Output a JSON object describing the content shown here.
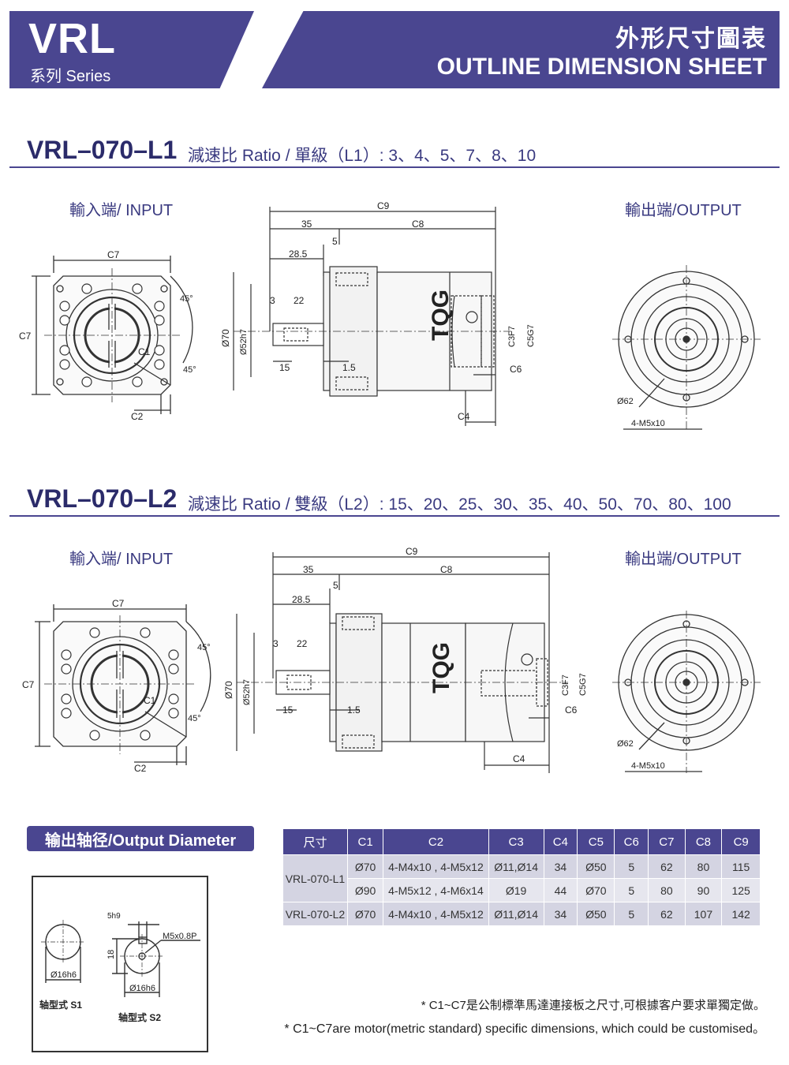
{
  "header": {
    "brand": "VRL",
    "series": "系列 Series",
    "title_cn": "外形尺寸圖表",
    "title_en": "OUTLINE DIMENSION SHEET"
  },
  "section1": {
    "model": "VRL–070–L1",
    "ratio": "減速比 Ratio / 單級（L1）: 3、4、5、7、8、10",
    "input_label": "輸入端/ INPUT",
    "output_label": "輸出端/OUTPUT"
  },
  "section2": {
    "model": "VRL–070–L2",
    "ratio": "減速比 Ratio / 雙級（L2）: 15、20、25、30、35、40、50、70、80、100",
    "input_label": "輸入端/ INPUT",
    "output_label": "輸出端/OUTPUT"
  },
  "drawing": {
    "c1": "C1",
    "c2": "C2",
    "c3": "C3F7",
    "c4": "C4",
    "c5": "C5G7",
    "c6": "C6",
    "c7": "C7",
    "c8": "C8",
    "c9": "C9",
    "d35": "35",
    "d5": "5",
    "d285": "28.5",
    "d3": "3",
    "d22": "22",
    "d15": "15",
    "d15b": "1.5",
    "d70": "Ø70",
    "d52": "Ø52h7",
    "deg45": "45°",
    "d62": "Ø62",
    "m5": "4-M5x10",
    "logo": "TQG"
  },
  "output_diameter": {
    "badge": "输出轴径/Output Diameter",
    "s1_dia": "Ø16h6",
    "s1_label": "轴型式 S1",
    "s2_key": "5h9",
    "s2_thread": "M5x0.8P",
    "s2_height": "18",
    "s2_dia": "Ø16h6",
    "s2_label": "轴型式 S2"
  },
  "table": {
    "headers": [
      "尺寸",
      "C1",
      "C2",
      "C3",
      "C4",
      "C5",
      "C6",
      "C7",
      "C8",
      "C9"
    ],
    "rows": [
      {
        "model": "VRL-070-L1",
        "cells": [
          "Ø70",
          "4-M4x10 , 4-M5x12",
          "Ø11,Ø14",
          "34",
          "Ø50",
          "5",
          "62",
          "80",
          "115"
        ]
      },
      {
        "model": "",
        "cells": [
          "Ø90",
          "4-M5x12 , 4-M6x14",
          "Ø19",
          "44",
          "Ø70",
          "5",
          "80",
          "90",
          "125"
        ]
      },
      {
        "model": "VRL-070-L2",
        "cells": [
          "Ø70",
          "4-M4x10 , 4-M5x12",
          "Ø11,Ø14",
          "34",
          "Ø50",
          "5",
          "62",
          "107",
          "142"
        ]
      }
    ]
  },
  "notes": {
    "cn": "* C1~C7是公制標準馬達連接板之尺寸,可根據客户要求單獨定做。",
    "en": "* C1~C7are motor(metric standard) specific dimensions, which could be customised。"
  },
  "colors": {
    "accent": "#4a4690",
    "table_row": "#e6e6ee"
  }
}
